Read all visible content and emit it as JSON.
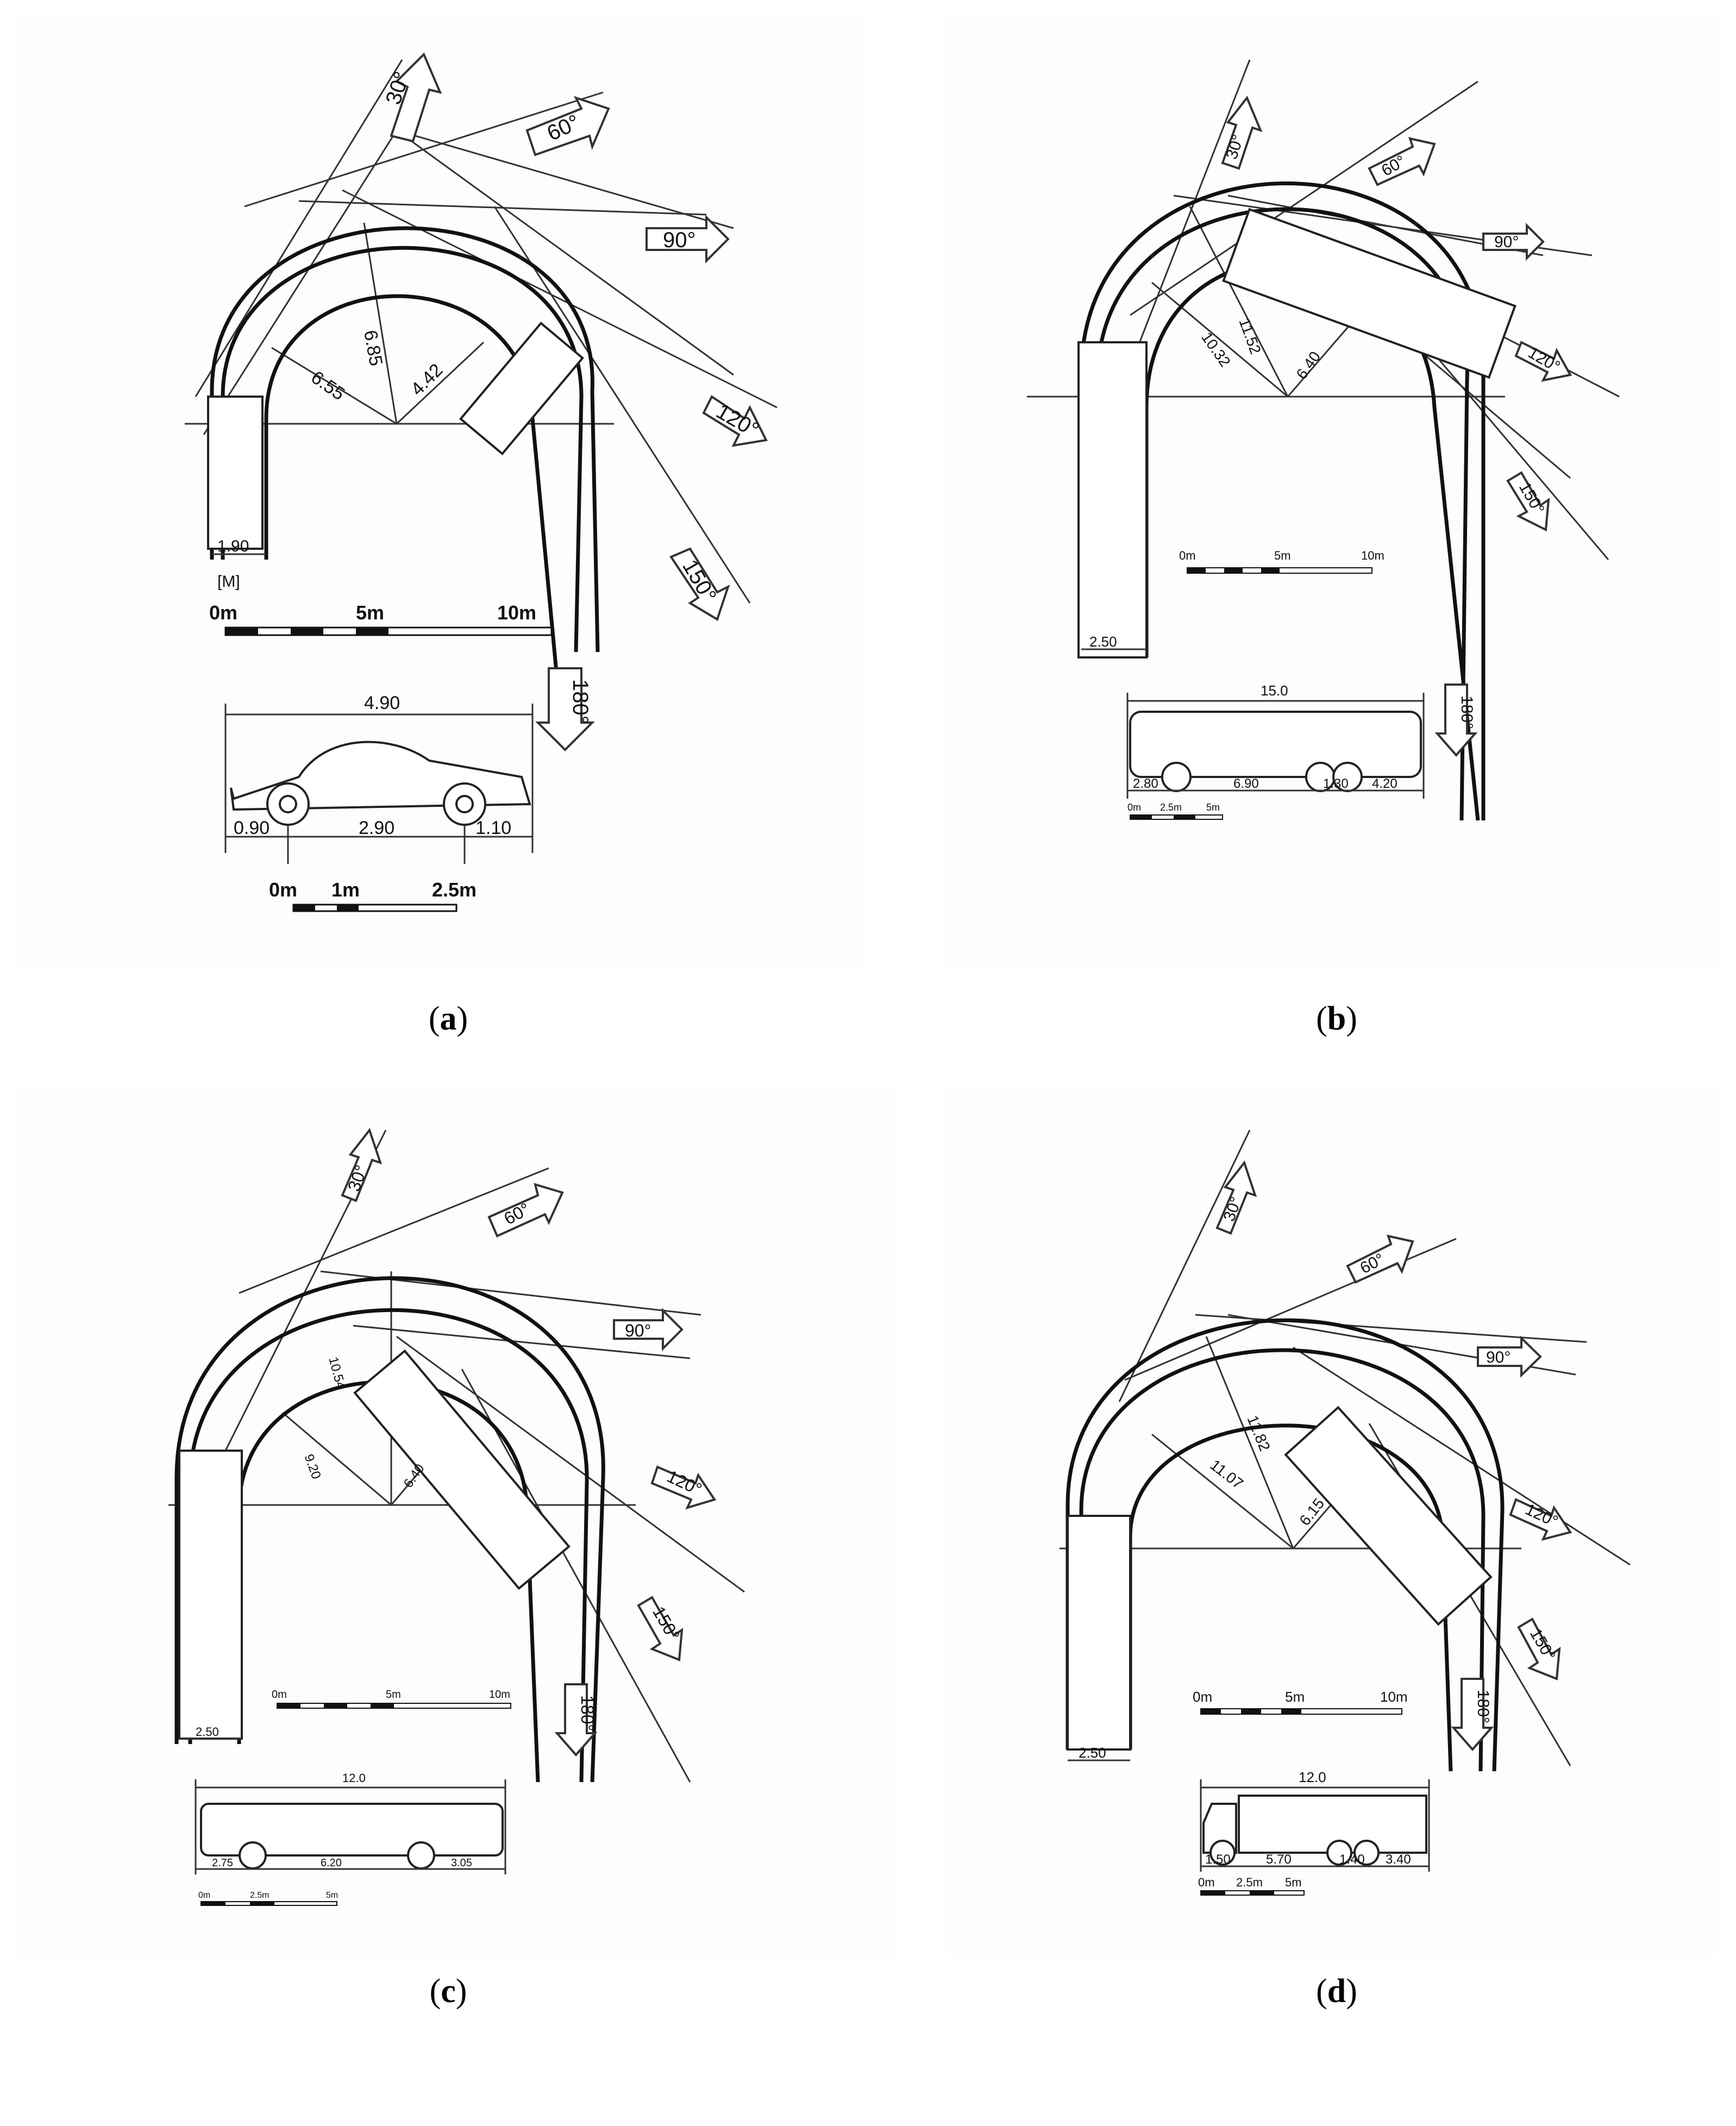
{
  "panels": [
    {
      "caption": "a",
      "angles": [
        "30°",
        "60°",
        "90°",
        "120°",
        "150°",
        "180°"
      ],
      "radii": [
        "6.55",
        "6.85",
        "4.42"
      ],
      "width_label": "1.90",
      "unit_label": "[M]",
      "scale_labels": [
        "0m",
        "5m",
        "10m"
      ],
      "vehicle": {
        "type": "car",
        "length": "4.90",
        "dims": [
          "0.90",
          "2.90",
          "1.10"
        ],
        "scale_labels": [
          "0m",
          "1m",
          "2.5m"
        ]
      }
    },
    {
      "caption": "b",
      "angles": [
        "30°",
        "60°",
        "90°",
        "120°",
        "150°",
        "180°"
      ],
      "radii": [
        "10.32",
        "11.52",
        "6.40"
      ],
      "width_label": "2.50",
      "scale_labels": [
        "0m",
        "5m",
        "10m"
      ],
      "vehicle": {
        "type": "coach",
        "length": "15.0",
        "dims": [
          "2.80",
          "6.90",
          "1.30",
          "4.20"
        ],
        "scale_labels": [
          "0m",
          "2.5m",
          "5m"
        ]
      }
    },
    {
      "caption": "c",
      "angles": [
        "30°",
        "60°",
        "90°",
        "120°",
        "150°",
        "180°"
      ],
      "radii": [
        "9.20",
        "10.54",
        "6.40"
      ],
      "width_label": "2.50",
      "scale_labels": [
        "0m",
        "5m",
        "10m"
      ],
      "vehicle": {
        "type": "bus",
        "length": "12.0",
        "dims": [
          "2.75",
          "6.20",
          "3.05"
        ],
        "scale_labels": [
          "0m",
          "2.5m",
          "5m"
        ]
      }
    },
    {
      "caption": "d",
      "angles": [
        "30°",
        "60°",
        "90°",
        "120°",
        "150°",
        "180°"
      ],
      "radii": [
        "11.07",
        "11.82",
        "6.15"
      ],
      "width_label": "2.50",
      "scale_labels": [
        "0m",
        "5m",
        "10m"
      ],
      "vehicle": {
        "type": "truck",
        "length": "12.0",
        "dims": [
          "1.50",
          "5.70",
          "1.40",
          "3.40"
        ],
        "scale_labels": [
          "0m",
          "2.5m",
          "5m"
        ]
      }
    }
  ]
}
